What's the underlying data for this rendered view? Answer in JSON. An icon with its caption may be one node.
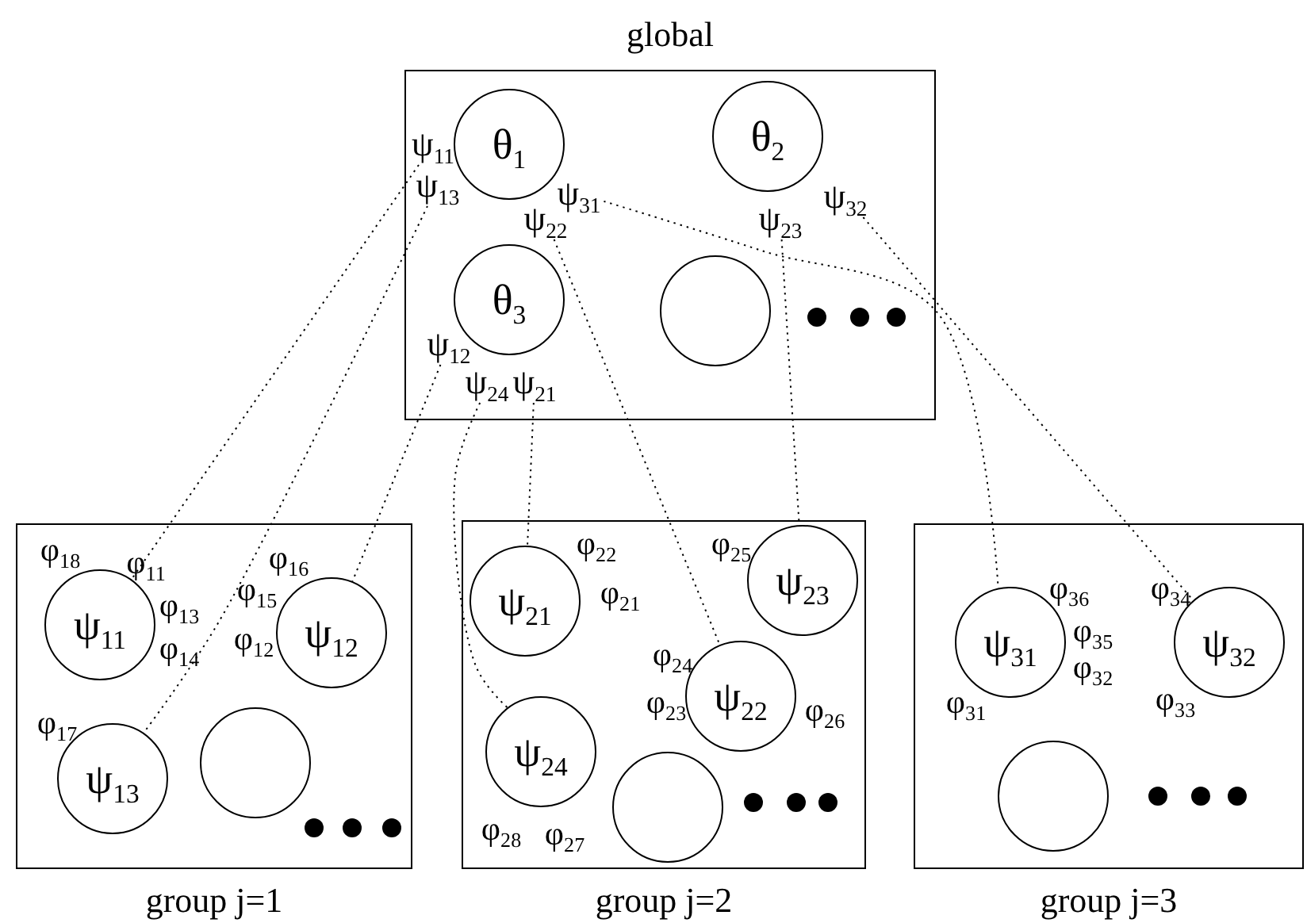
{
  "diagram": {
    "nodes": [
      {
        "text": [
          "global"
        ]
      },
      {
        "text": [
          "θ$_{1}$"
        ],
        "in": 0
      },
      {
        "text": [
          "θ$_{2}$"
        ],
        "in": 0
      },
      {
        "text": [
          "ψ$_{11}$"
        ],
        "in": 0
      },
      {
        "text": [
          "ψ$_{13}$"
        ],
        "in": 0
      },
      {
        "text": [
          "ψ$_{31}$"
        ],
        "in": 0
      },
      {
        "text": [
          "ψ$_{22}$"
        ],
        "in": 0
      },
      {
        "text": [
          "ψ$_{23}$"
        ],
        "in": 0
      },
      {
        "text": [
          "ψ$_{32}$"
        ],
        "in": 0
      },
      {
        "text": [
          "θ$_{3}$"
        ],
        "in": 0
      },
      {
        "text": [],
        "shape": "circle",
        "in": 0
      },
      {
        "text": [
          "ψ$_{12}$"
        ],
        "in": 0
      },
      {
        "text": [
          "ψ$_{24}$"
        ],
        "in": 0
      },
      {
        "text": [
          "ψ$_{21}$"
        ],
        "in": 0
      },
      {
        "text": [
          "group j=1"
        ]
      },
      {
        "text": [
          "ψ$_{11}$"
        ],
        "in": 14
      },
      {
        "text": [
          "ψ$_{12}$"
        ],
        "in": 14
      },
      {
        "text": [
          "ψ$_{13}$"
        ],
        "in": 14
      },
      {
        "text": [],
        "shape": "circle",
        "in": 14
      },
      {
        "text": [
          "group j=2"
        ]
      },
      {
        "text": [
          "ψ$_{21}$"
        ],
        "in": 19
      },
      {
        "text": [
          "ψ$_{23}$"
        ],
        "in": 19
      },
      {
        "text": [
          "ψ$_{22}$"
        ],
        "in": 19
      },
      {
        "text": [
          "ψ$_{24}$"
        ],
        "in": 19
      },
      {
        "text": [],
        "shape": "circle",
        "in": 19
      },
      {
        "text": [
          "group j=3"
        ]
      },
      {
        "text": [
          "ψ$_{31}$"
        ],
        "in": 25
      },
      {
        "text": [
          "ψ$_{32}$"
        ],
        "in": 25
      },
      {
        "text": [],
        "shape": "circle",
        "in": 25
      }
    ],
    "edges": [
      {
        "from": 3,
        "to": 15,
        "arrow": "none",
        "style": "dashed"
      },
      {
        "from": 4,
        "to": 17,
        "arrow": "none",
        "style": "dashed"
      },
      {
        "from": 11,
        "to": 16,
        "arrow": "none",
        "style": "dashed"
      },
      {
        "from": 12,
        "to": 23,
        "arrow": "none",
        "style": "dashed"
      },
      {
        "from": 13,
        "to": 20,
        "arrow": "none",
        "style": "dashed"
      },
      {
        "from": 6,
        "to": 22,
        "arrow": "none",
        "style": "dashed"
      },
      {
        "from": 7,
        "to": 21,
        "arrow": "none",
        "style": "dashed"
      },
      {
        "from": 5,
        "to": 26,
        "arrow": "none",
        "style": "dashed"
      },
      {
        "from": 8,
        "to": 27,
        "arrow": "none",
        "style": "dashed"
      }
    ],
    "labels": [
      "φ$_{18}$",
      "φ$_{11}$",
      "φ$_{16}$",
      "φ$_{13}$",
      "φ$_{15}$",
      "φ$_{12}$",
      "φ$_{14}$",
      "φ$_{17}$",
      "φ$_{22}$",
      "φ$_{25}$",
      "φ$_{21}$",
      "φ$_{24}$",
      "φ$_{23}$",
      "φ$_{26}$",
      "φ$_{28}$",
      "φ$_{27}$",
      "φ$_{36}$",
      "φ$_{34}$",
      "φ$_{35}$",
      "φ$_{32}$",
      "φ$_{31}$",
      "φ$_{33}$"
    ]
  }
}
